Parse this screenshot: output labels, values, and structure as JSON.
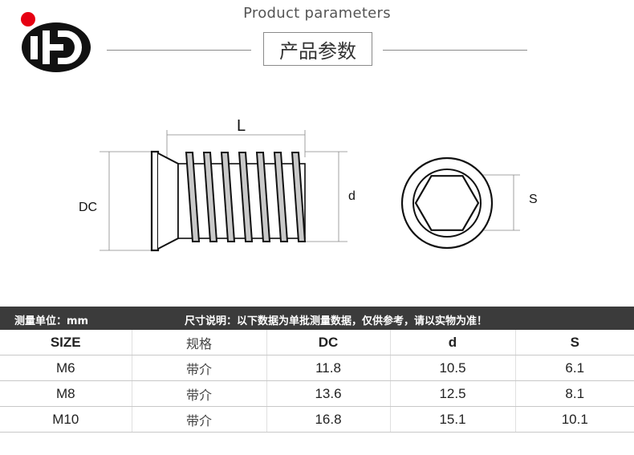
{
  "header": {
    "subtitle": "Product parameters",
    "title": "产品参数"
  },
  "drawing": {
    "label_L": "L",
    "label_DC": "DC",
    "label_d": "d",
    "label_S": "S"
  },
  "info_bar": {
    "unit": "测量单位：mm",
    "note": "尺寸说明：以下数据为单批测量数据，仅供参考，请以实物为准！"
  },
  "table": {
    "headers": [
      "SIZE",
      "规格",
      "DC",
      "d",
      "S"
    ],
    "rows": [
      [
        "M6",
        "带介",
        "11.8",
        "10.5",
        "6.1"
      ],
      [
        "M8",
        "带介",
        "13.6",
        "12.5",
        "8.1"
      ],
      [
        "M10",
        "带介",
        "16.8",
        "15.1",
        "10.1"
      ]
    ]
  }
}
